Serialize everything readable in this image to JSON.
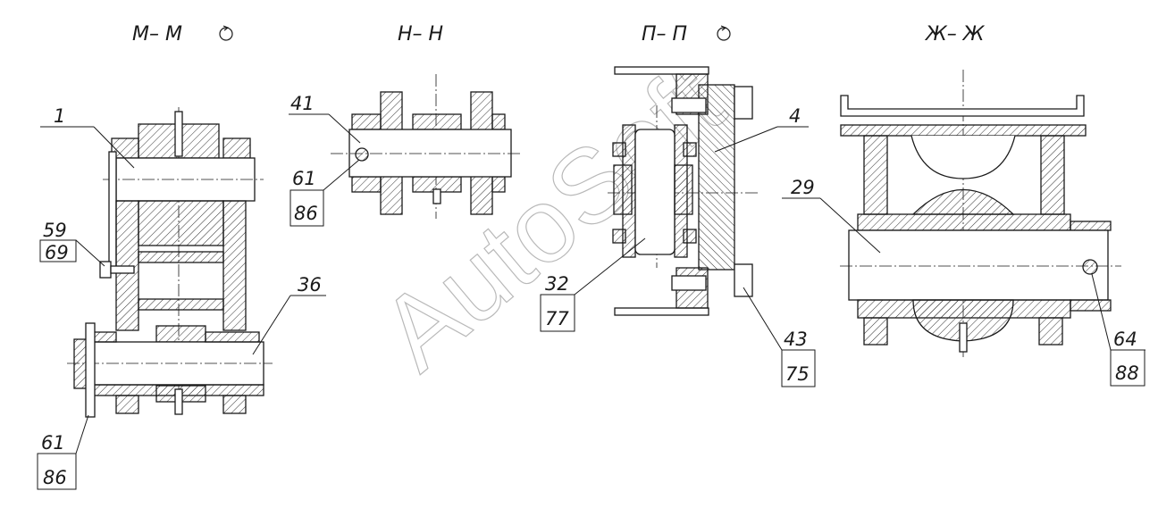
{
  "watermark": "AutoSoft",
  "views": [
    {
      "title": "М– М",
      "rotation_mark": true
    },
    {
      "title": "Н– Н",
      "rotation_mark": false
    },
    {
      "title": "П– П",
      "rotation_mark": true
    },
    {
      "title": "Ж– Ж",
      "rotation_mark": false
    }
  ],
  "callouts": {
    "v1_a": "1",
    "v1_b_top": "59",
    "v1_b_bot": "69",
    "v1_c": "36",
    "v1_d_top": "61",
    "v1_d_bot": "86",
    "v2_a": "41",
    "v2_b_top": "61",
    "v2_b_bot": "86",
    "v3_a": "4",
    "v3_b_top": "32",
    "v3_b_bot": "77",
    "v3_c_top": "43",
    "v3_c_bot": "75",
    "v4_a": "29",
    "v4_b_top": "64",
    "v4_b_bot": "88"
  },
  "colors": {
    "line": "#1a1a1a",
    "hatch": "#333333",
    "watermark": "#b9b9b9"
  }
}
